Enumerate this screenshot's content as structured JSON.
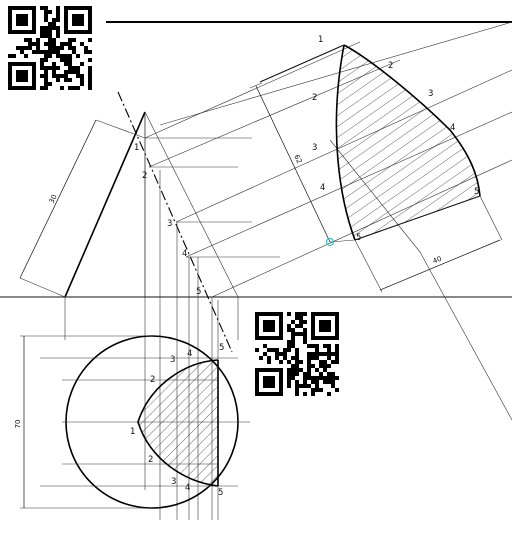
{
  "drawing": {
    "front_view_points": [
      "1",
      "2",
      "3",
      "4",
      "5"
    ],
    "section_points": [
      "1",
      "2",
      "2",
      "3",
      "4",
      "5"
    ],
    "plan_points_top": [
      "2",
      "3",
      "4",
      "5"
    ],
    "plan_points_center": "1",
    "plan_points_bottom": [
      "2",
      "3",
      "4",
      "5"
    ],
    "dim_height": "30",
    "dim_section_length": "62",
    "dim_section_width": "40",
    "dim_plan_diameter": "70",
    "marker_color": "#34c3d4",
    "hatch_color": "#222222"
  }
}
